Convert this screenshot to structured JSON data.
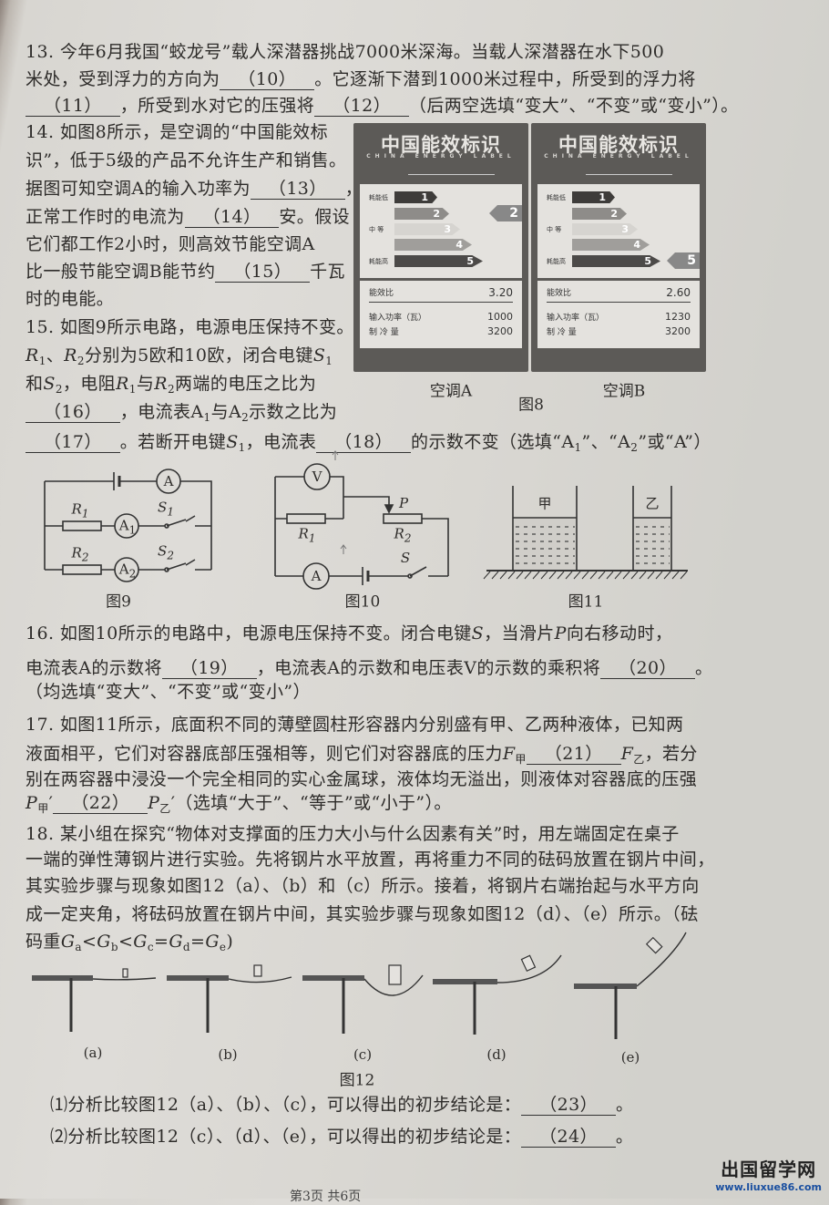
{
  "text_lines": [
    [
      {
        "k": "t",
        "v": "13. 今年6月我国“蛟龙号”载人深潜器挑战7000米深海。当载人深潜器在水下500"
      }
    ],
    [
      {
        "k": "t",
        "v": "米处，受到浮力的方向为"
      },
      {
        "k": "b",
        "v": "（10）"
      },
      {
        "k": "t",
        "v": "。它逐渐下潜到1000米过程中，所受到的浮力将"
      }
    ],
    [
      {
        "k": "b",
        "v": "（11）"
      },
      {
        "k": "t",
        "v": "，所受到水对它的压强将"
      },
      {
        "k": "b",
        "v": "（12）"
      },
      {
        "k": "t",
        "v": "（后两空选填“变大”、“不变”或“变小”）。"
      }
    ],
    [
      {
        "k": "t",
        "v": "14. 如图8所示，是空调的“中国能效标"
      }
    ],
    [
      {
        "k": "t",
        "v": "识”，低于5级的产品不允许生产和销售。"
      }
    ],
    [
      {
        "k": "t",
        "v": "据图可知空调A的输入功率为"
      },
      {
        "k": "b",
        "v": "（13）"
      },
      {
        "k": "t",
        "v": "，"
      }
    ],
    [
      {
        "k": "t",
        "v": "正常工作时的电流为"
      },
      {
        "k": "b",
        "v": "（14）"
      },
      {
        "k": "t",
        "v": "安。假设"
      }
    ],
    [
      {
        "k": "t",
        "v": "它们都工作2小时，则高效节能空调A"
      }
    ],
    [
      {
        "k": "t",
        "v": "比一般节能空调B能节约"
      },
      {
        "k": "b",
        "v": "（15）"
      },
      {
        "k": "t",
        "v": "千瓦"
      }
    ],
    [
      {
        "k": "t",
        "v": "时的电能。"
      }
    ],
    [
      {
        "k": "t",
        "v": "15. 如图9所示电路，电源电压保持不变。"
      }
    ],
    [
      {
        "k": "i",
        "v": "R"
      },
      {
        "k": "sub",
        "v": "1"
      },
      {
        "k": "t",
        "v": "、"
      },
      {
        "k": "i",
        "v": "R"
      },
      {
        "k": "sub",
        "v": "2"
      },
      {
        "k": "t",
        "v": "分别为5欧和10欧，闭合电键"
      },
      {
        "k": "i",
        "v": "S"
      },
      {
        "k": "sub",
        "v": "1"
      }
    ],
    [
      {
        "k": "t",
        "v": "和"
      },
      {
        "k": "i",
        "v": "S"
      },
      {
        "k": "sub",
        "v": "2"
      },
      {
        "k": "t",
        "v": "，电阻"
      },
      {
        "k": "i",
        "v": "R"
      },
      {
        "k": "sub",
        "v": "1"
      },
      {
        "k": "t",
        "v": "与"
      },
      {
        "k": "i",
        "v": "R"
      },
      {
        "k": "sub",
        "v": "2"
      },
      {
        "k": "t",
        "v": "两端的电压之比为"
      }
    ],
    [
      {
        "k": "b",
        "v": "（16）"
      },
      {
        "k": "t",
        "v": "，电流表A"
      },
      {
        "k": "sub",
        "v": "1"
      },
      {
        "k": "t",
        "v": "与A"
      },
      {
        "k": "sub",
        "v": "2"
      },
      {
        "k": "t",
        "v": "示数之比为"
      }
    ],
    [
      {
        "k": "b",
        "v": "（17）"
      },
      {
        "k": "t",
        "v": "。若断开电键"
      },
      {
        "k": "i",
        "v": "S"
      },
      {
        "k": "sub",
        "v": "1"
      },
      {
        "k": "t",
        "v": "，电流表"
      },
      {
        "k": "b",
        "v": "（18）"
      },
      {
        "k": "t",
        "v": "的示数不变（选填“A"
      },
      {
        "k": "sub",
        "v": "1"
      },
      {
        "k": "t",
        "v": "”、“A"
      },
      {
        "k": "sub",
        "v": "2"
      },
      {
        "k": "t",
        "v": "”或“A”）"
      }
    ],
    [
      {
        "k": "t",
        "v": "16. 如图10所示的电路中，电源电压保持不变。闭合电键"
      },
      {
        "k": "i",
        "v": "S"
      },
      {
        "k": "t",
        "v": "，当滑片"
      },
      {
        "k": "i",
        "v": "P"
      },
      {
        "k": "t",
        "v": "向右移动时，"
      }
    ],
    [
      {
        "k": "t",
        "v": "电流表A的示数将"
      },
      {
        "k": "b",
        "v": "（19）"
      },
      {
        "k": "t",
        "v": "，电流表A的示数和电压表V的示数的乘积将"
      },
      {
        "k": "b",
        "v": "（20）"
      },
      {
        "k": "t",
        "v": "。"
      }
    ],
    [
      {
        "k": "t",
        "v": "（均选填“变大”、“不变”或“变小”）"
      }
    ],
    [
      {
        "k": "t",
        "v": "17. 如图11所示，底面积不同的薄壁圆柱形容器内分别盛有甲、乙两种液体，已知两"
      }
    ],
    [
      {
        "k": "t",
        "v": "液面相平，它们对容器底部压强相等，则它们对容器底的压力"
      },
      {
        "k": "i",
        "v": "F"
      },
      {
        "k": "sub",
        "v": "甲"
      },
      {
        "k": "b",
        "v": "（21）"
      },
      {
        "k": "i",
        "v": "F"
      },
      {
        "k": "sub",
        "v": "乙"
      },
      {
        "k": "t",
        "v": "，若分"
      }
    ],
    [
      {
        "k": "t",
        "v": "别在两容器中浸没一个完全相同的实心金属球，液体均无溢出，则液体对容器底的压强"
      }
    ],
    [
      {
        "k": "i",
        "v": "P"
      },
      {
        "k": "sub",
        "v": "甲"
      },
      {
        "k": "t",
        "v": "′"
      },
      {
        "k": "b",
        "v": "（22）"
      },
      {
        "k": "i",
        "v": "P"
      },
      {
        "k": "sub",
        "v": "乙"
      },
      {
        "k": "t",
        "v": "′（选填“大于”、“等于”或“小于”）。"
      }
    ],
    [
      {
        "k": "t",
        "v": "18. 某小组在探究“物体对支撑面的压力大小与什么因素有关”时，用左端固定在桌子"
      }
    ],
    [
      {
        "k": "t",
        "v": "一端的弹性薄钢片进行实验。先将钢片水平放置，再将重力不同的砝码放置在钢片中间，"
      }
    ],
    [
      {
        "k": "t",
        "v": "其实验步骤与现象如图12（a）、（b）和（c）所示。接着，将钢片右端抬起与水平方向"
      }
    ],
    [
      {
        "k": "t",
        "v": "成一定夹角，将砝码放置在钢片中间，其实验步骤与现象如图12（d）、（e）所示。（砝"
      }
    ],
    [
      {
        "k": "t",
        "v": "码重"
      },
      {
        "k": "i",
        "v": "G"
      },
      {
        "k": "sub",
        "v": "a"
      },
      {
        "k": "t",
        "v": "<"
      },
      {
        "k": "i",
        "v": "G"
      },
      {
        "k": "sub",
        "v": "b"
      },
      {
        "k": "t",
        "v": "<"
      },
      {
        "k": "i",
        "v": "G"
      },
      {
        "k": "sub",
        "v": "c"
      },
      {
        "k": "t",
        "v": "="
      },
      {
        "k": "i",
        "v": "G"
      },
      {
        "k": "sub",
        "v": "d"
      },
      {
        "k": "t",
        "v": "="
      },
      {
        "k": "i",
        "v": "G"
      },
      {
        "k": "sub",
        "v": "e"
      },
      {
        "k": "t",
        "v": ")"
      }
    ],
    [
      {
        "k": "t",
        "v": "⑴分析比较图12（a）、（b）、（c），可以得出的初步结论是："
      },
      {
        "k": "b",
        "v": "（23）"
      },
      {
        "k": "t",
        "v": "。"
      }
    ],
    [
      {
        "k": "t",
        "v": "⑵分析比较图12（c）、（d）、（e），可以得出的初步结论是："
      },
      {
        "k": "b",
        "v": "（24）"
      },
      {
        "k": "t",
        "v": "。"
      }
    ]
  ],
  "energy_labels": [
    {
      "title": "中国能效标识",
      "subtitle": "CHINA ENERGY LABEL",
      "grade_low_label": "耗能低",
      "grade_mid_label": "中 等",
      "grade_high_label": "耗能高",
      "grades": [
        "1",
        "2",
        "3",
        "4",
        "5"
      ],
      "rating": "2",
      "eer_label": "能效比",
      "eer": "3.20",
      "power_label": "输入功率（瓦）",
      "power": "1000",
      "cooling_label": "制 冷 量",
      "cooling": "3200",
      "caption": "空调A"
    },
    {
      "title": "中国能效标识",
      "subtitle": "CHINA ENERGY LABEL",
      "grade_low_label": "耗能低",
      "grade_mid_label": "中 等",
      "grade_high_label": "耗能高",
      "grades": [
        "1",
        "2",
        "3",
        "4",
        "5"
      ],
      "rating": "5",
      "eer_label": "能效比",
      "eer": "2.60",
      "power_label": "输入功率（瓦）",
      "power": "1230",
      "cooling_label": "制 冷 量",
      "cooling": "3200",
      "caption": "空调B"
    }
  ],
  "figures": {
    "fig8_caption": "图8",
    "fig9": {
      "caption": "图9",
      "labels": {
        "A": "A",
        "R1": "R",
        "R1s": "1",
        "A1": "A",
        "A1s": "1",
        "S1": "S",
        "S1s": "1",
        "R2": "R",
        "R2s": "2",
        "A2": "A",
        "A2s": "2",
        "S2": "S",
        "S2s": "2"
      }
    },
    "fig10": {
      "caption": "图10",
      "labels": {
        "V": "V",
        "P": "P",
        "R1": "R",
        "R1s": "1",
        "R2": "R",
        "R2s": "2",
        "A": "A",
        "S": "S"
      }
    },
    "fig11": {
      "caption": "图11",
      "labels": {
        "jia": "甲",
        "yi": "乙"
      }
    },
    "fig12": {
      "caption": "图12",
      "parts": [
        "(a)",
        "(b)",
        "(c)",
        "(d)",
        "(e)"
      ]
    }
  },
  "footer": {
    "page": "第3页 共6页"
  },
  "watermark": {
    "name": "出国留学网",
    "url": "www.liuxue86.com"
  }
}
